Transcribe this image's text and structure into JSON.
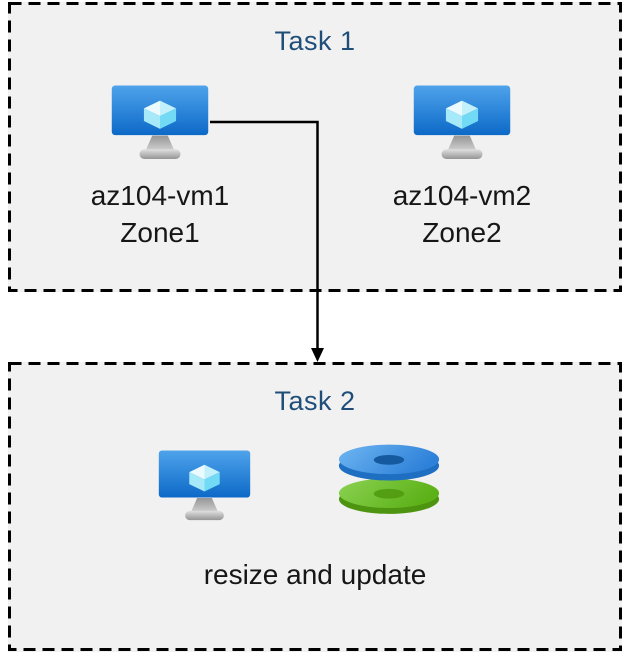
{
  "colors": {
    "page_bg": "#ffffff",
    "box_fill": "#f1f1f1",
    "box_border": "#000000",
    "title_color": "#1f4e79",
    "label_color": "#161616",
    "arrow_color": "#000000"
  },
  "task1": {
    "title": "Task 1",
    "vms": [
      {
        "name": "az104-vm1",
        "zone": "Zone1",
        "icon": "virtual-machine"
      },
      {
        "name": "az104-vm2",
        "zone": "Zone2",
        "icon": "virtual-machine"
      }
    ]
  },
  "task2": {
    "title": "Task 2",
    "caption": "resize and update",
    "icons": [
      "virtual-machine",
      "managed-disks"
    ]
  },
  "connector": {
    "type": "elbow-arrow",
    "from": "az104-vm1",
    "to": "Task 2"
  }
}
